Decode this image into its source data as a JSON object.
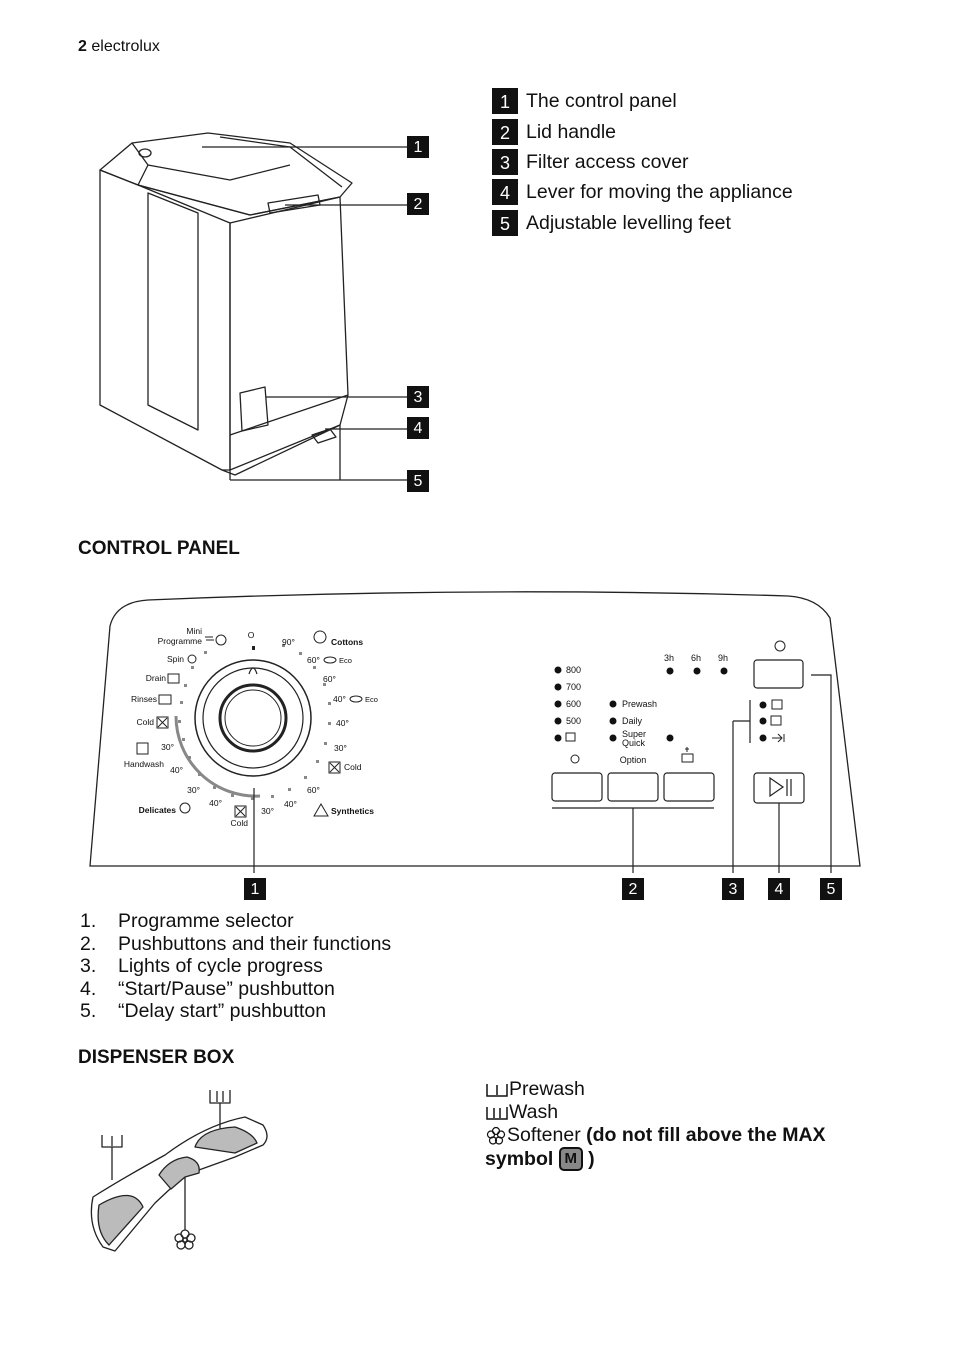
{
  "header": {
    "page_number": "2",
    "brand": "electrolux"
  },
  "appliance_legend": [
    {
      "num": "1",
      "label": "The control panel"
    },
    {
      "num": "2",
      "label": "Lid handle"
    },
    {
      "num": "3",
      "label": "Filter access cover"
    },
    {
      "num": "4",
      "label": "Lever for moving the appliance"
    },
    {
      "num": "5",
      "label": "Adjustable levelling feet"
    }
  ],
  "appliance_callouts": [
    "1",
    "2",
    "3",
    "4",
    "5"
  ],
  "control_panel": {
    "title": "CONTROL PANEL",
    "dial_left": {
      "mini": "Mini",
      "programme": "Programme",
      "spin": "Spin",
      "drain": "Drain",
      "rinses": "Rinses",
      "cold": "Cold",
      "t30": "30°",
      "handwash": "Handwash",
      "t40": "40°",
      "t30b": "30°",
      "delicates": "Delicates",
      "t40b": "40°",
      "cold_bottom": "Cold",
      "t30c": "30°"
    },
    "dial_right": {
      "off": "O",
      "t90": "90°",
      "cottons": "Cottons",
      "t60eco": "60°",
      "eco1": "Eco",
      "t60": "60°",
      "t40eco": "40°",
      "eco2": "Eco",
      "t40": "40°",
      "t30": "30°",
      "cold": "Cold",
      "t60b": "60°",
      "t40b": "40°",
      "synthetics": "Synthetics"
    },
    "spin_speeds": [
      "800",
      "700",
      "600",
      "500"
    ],
    "options": [
      "Prewash",
      "Daily",
      "Super",
      "Quick"
    ],
    "delay_times": [
      "3h",
      "6h",
      "9h"
    ],
    "button_labels": {
      "option": "Option"
    },
    "callouts": [
      "1",
      "2",
      "3",
      "4",
      "5"
    ]
  },
  "control_panel_items": [
    {
      "num": "1.",
      "label": "Programme selector"
    },
    {
      "num": "2.",
      "label": "Pushbuttons and their functions"
    },
    {
      "num": "3.",
      "label": "Lights of cycle progress"
    },
    {
      "num": "4.",
      "label": "“Start/Pause” pushbutton"
    },
    {
      "num": "5.",
      "label": "“Delay start” pushbutton"
    }
  ],
  "dispenser": {
    "title": "DISPENSER BOX",
    "prewash": "Prewash",
    "wash": "Wash",
    "softener": "Softener",
    "warning": "(do not fill above the MAX",
    "warning2": "symbol",
    "max_symbol": "M",
    "close_paren": ")"
  }
}
